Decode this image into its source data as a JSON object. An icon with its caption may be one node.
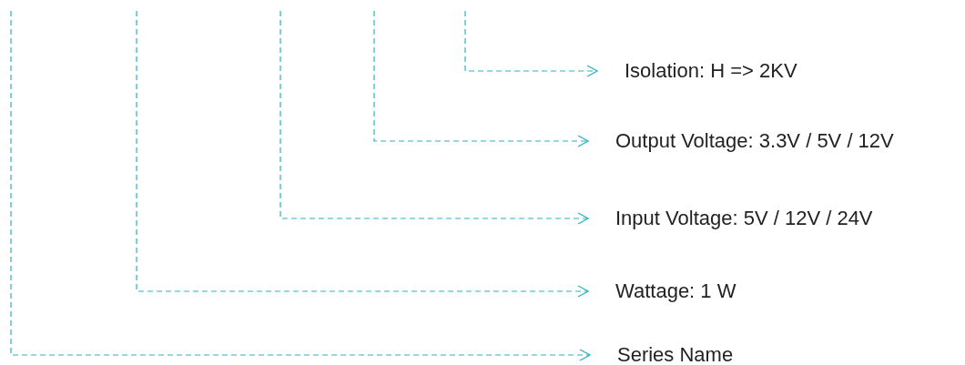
{
  "diagram": {
    "nodes": [
      {
        "text": [
          "Isolation: H => 2KV"
        ]
      },
      {
        "text": [
          "Output Voltage: 3.3V / 5V / 12V"
        ]
      },
      {
        "text": [
          "Input Voltage: 5V / 12V / 24V"
        ]
      },
      {
        "text": [
          "Wattage: 1 W"
        ]
      },
      {
        "text": [
          "Series Name"
        ]
      }
    ],
    "edges": [
      {
        "from": null,
        "to": 0,
        "arrow": "to",
        "style": "dashed"
      },
      {
        "from": null,
        "to": 1,
        "arrow": "to",
        "style": "dashed"
      },
      {
        "from": null,
        "to": 2,
        "arrow": "to",
        "style": "dashed"
      },
      {
        "from": null,
        "to": 3,
        "arrow": "to",
        "style": "dashed"
      },
      {
        "from": null,
        "to": 4,
        "arrow": "to",
        "style": "dashed"
      }
    ]
  }
}
